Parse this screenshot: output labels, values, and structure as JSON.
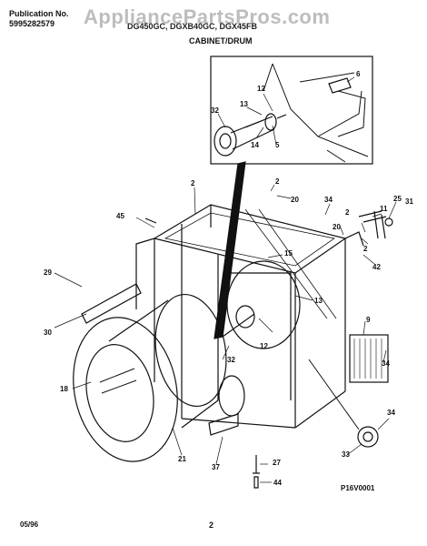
{
  "header": {
    "publication_label": "Publication No.",
    "publication_number": "5995282579",
    "watermark": "AppliancePartsPros.com",
    "models": "DG450GC, DGXB40GC, DGX45FB",
    "section_title": "CABINET/DRUM"
  },
  "callouts": {
    "c2a": "2",
    "c2b": "2",
    "c2c": "2",
    "c2d": "2",
    "c5": "5",
    "c6": "6",
    "c9": "9",
    "c11": "11",
    "c12a": "12",
    "c12b": "12",
    "c13a": "13",
    "c13b": "13",
    "c14": "14",
    "c15": "15",
    "c18": "18",
    "c20a": "20",
    "c20b": "20",
    "c21": "21",
    "c25": "25",
    "c27": "27",
    "c29": "29",
    "c30": "30",
    "c31": "31",
    "c32a": "32",
    "c32b": "32",
    "c33": "33",
    "c34a": "34",
    "c34b": "34",
    "c34c": "34",
    "c37": "37",
    "c42": "42",
    "c44": "44",
    "c45": "45"
  },
  "footer": {
    "figure_code": "P16V0001",
    "date": "05/96",
    "page": "2"
  }
}
